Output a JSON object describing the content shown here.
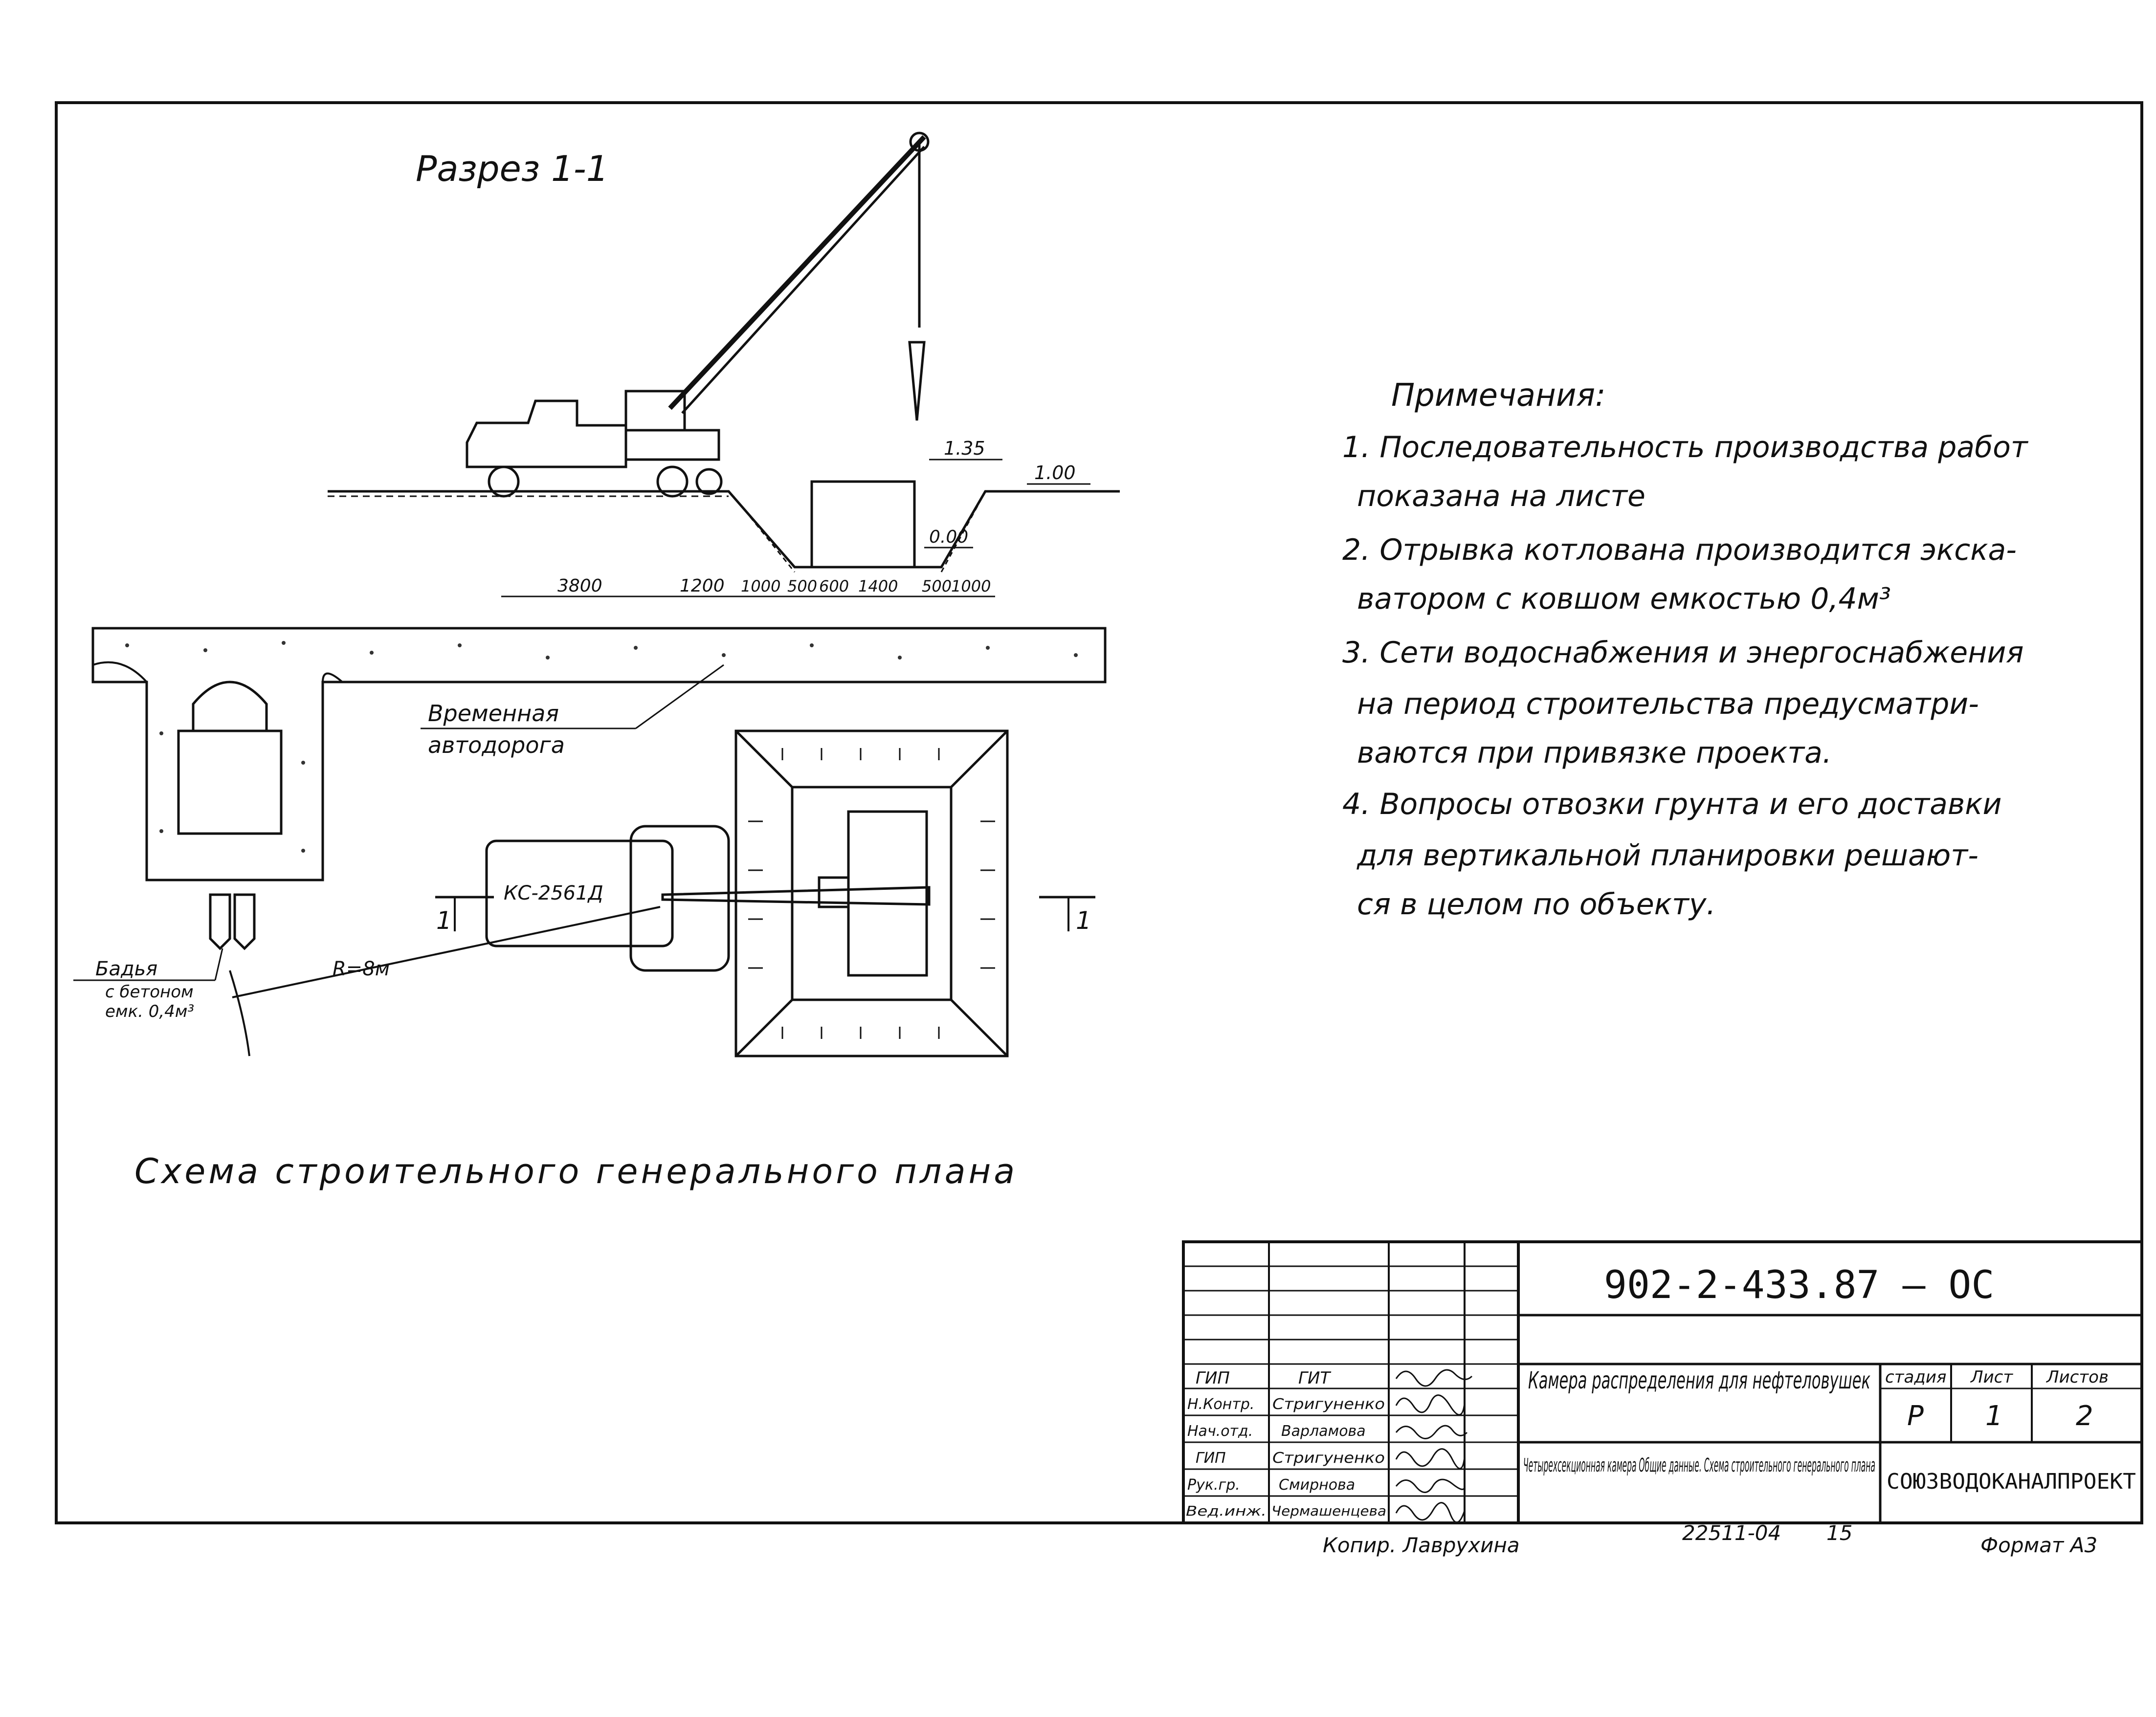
{
  "section_title": "Разрез 1-1",
  "plan_title": "Схема строительного генерального плана",
  "notes": {
    "heading": "Примечания:",
    "lines": [
      "1. Последовательность производства работ",
      "показана на листе",
      "2. Отрывка котлована производится экска-",
      "ватором с ковшом емкостью 0,4м³",
      "3. Сети водоснабжения и энергоснабжения",
      "на период строительства предусматри-",
      "ваются при привязке проекта.",
      "4. Вопросы отвозки грунта и его доставки",
      "для вертикальной планировки решают-",
      "ся в целом по объекту."
    ]
  },
  "section": {
    "elev_top": "1.35",
    "elev_right": "1.00",
    "elev_bottom": "0.00",
    "dims": [
      "3800",
      "1200",
      "1000",
      "500",
      "600",
      "1400",
      "500",
      "1000"
    ]
  },
  "plan": {
    "crane_label": "КС-2561Д",
    "radius_label": "R=8м",
    "road_label_1": "Временная",
    "road_label_2": "автодорога",
    "bucket_label_1": "Бадья",
    "bucket_label_2": "с бетоном",
    "bucket_label_3": "емк. 0,4м³",
    "section_mark_left": "1",
    "section_mark_right": "1"
  },
  "title_block": {
    "code": "902-2-433.87 — ОС",
    "project_name": "Камера распределения для нефтеловушек",
    "sheet_name": "Четырехсекционная камера Общие данные. Схема строительного генерального плана",
    "org": "СОЮЗВОДОКАНАЛПРОЕКТ",
    "stage_header": "стадия",
    "sheet_header": "Лист",
    "sheets_header": "Листов",
    "stage": "Р",
    "sheet": "1",
    "sheets": "2",
    "rows": [
      {
        "role": "ГИП",
        "name": "ГИТ"
      },
      {
        "role": "Н.Контр.",
        "name": "Стригуненко"
      },
      {
        "role": "Нач.отд.",
        "name": "Варламова"
      },
      {
        "role": "ГИП",
        "name": "Стригуненко"
      },
      {
        "role": "Рук.гр.",
        "name": "Смирнова"
      },
      {
        "role": "Вед.инж.",
        "name": "Чермашенцева"
      }
    ]
  },
  "footer": {
    "copied": "Копир. Лаврухина",
    "order": "22511-04",
    "number": "15",
    "format": "Формат А3"
  }
}
